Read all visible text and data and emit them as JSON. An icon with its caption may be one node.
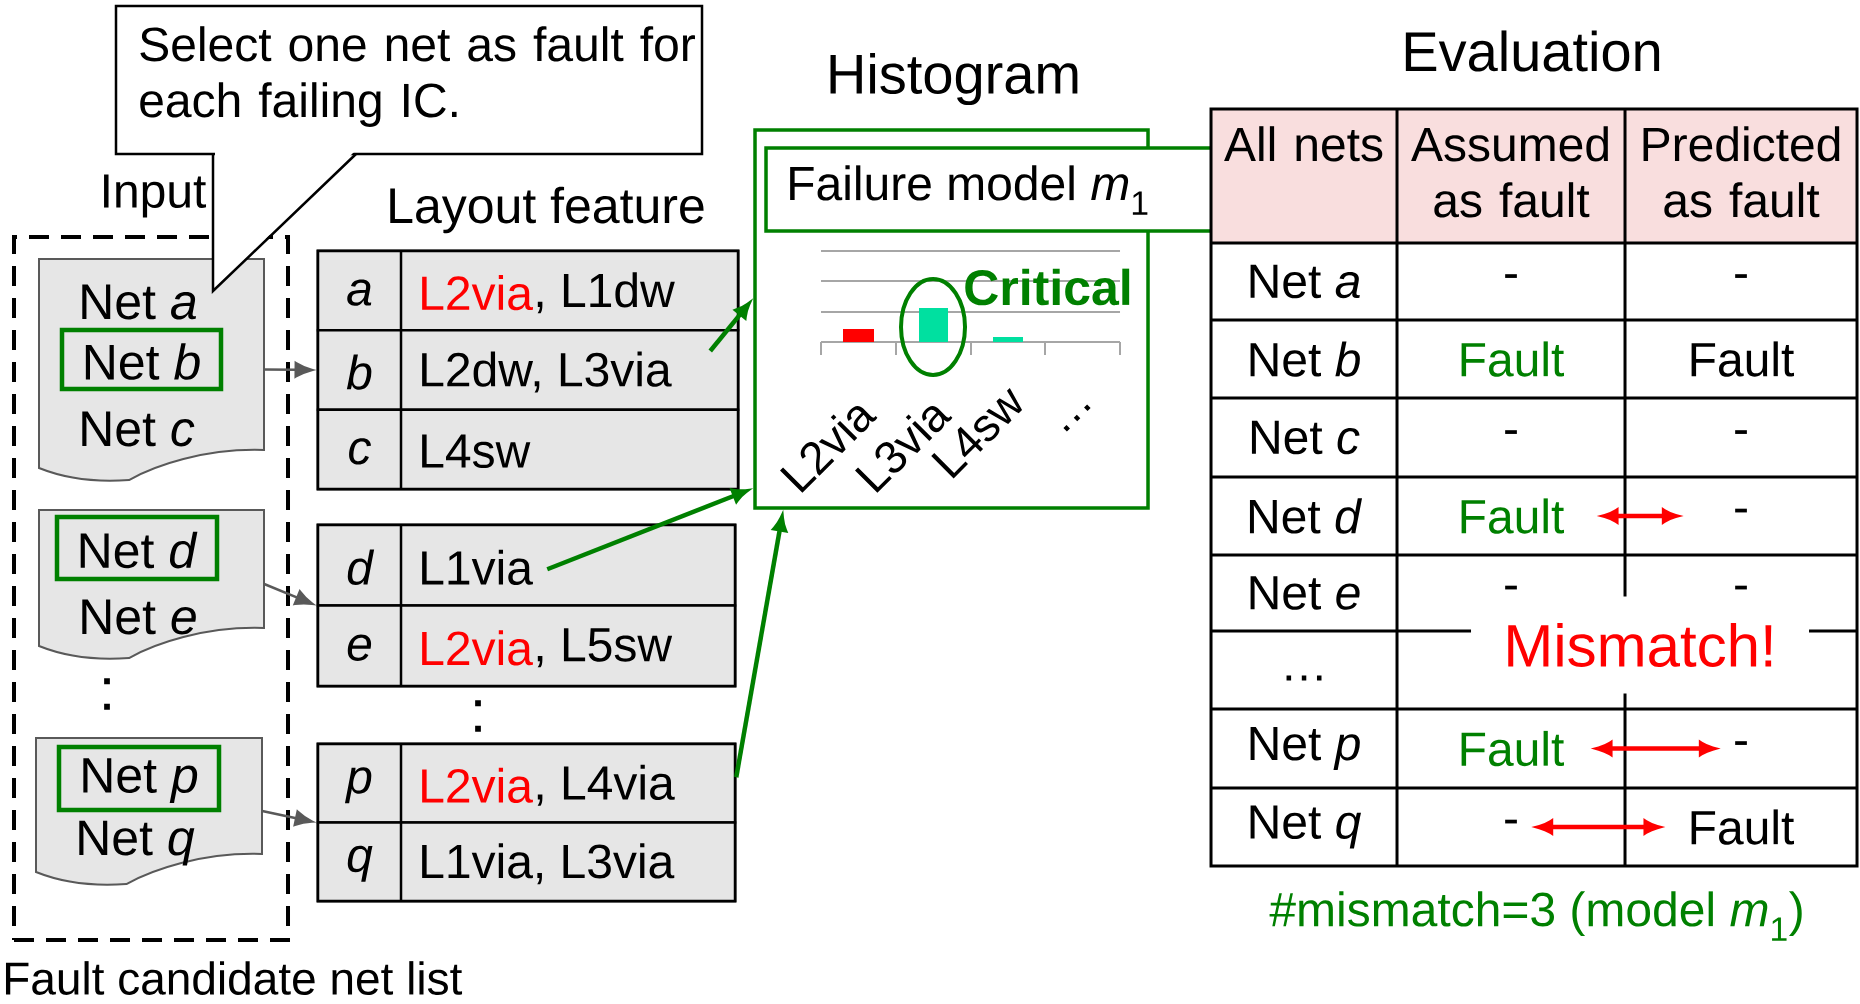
{
  "diagram": {
    "nodes": [
      {
        "text": [
          "Select one net as fault for each failing IC."
        ]
      },
      {
        "text": [
          "Input",
          "Fault candidate net list"
        ]
      },
      {
        "text": [
          "Net *a*",
          "Net *c*"
        ],
        "in": 1
      },
      {
        "text": [
          "Net *b*"
        ],
        "in": 2
      },
      {
        "text": [
          "Net *e*"
        ],
        "in": 1
      },
      {
        "text": [
          "Net *d*"
        ],
        "in": 4
      },
      {
        "text": [
          "Net *q*"
        ],
        "in": 1
      },
      {
        "text": [
          "Net *p*"
        ],
        "in": 6
      },
      {
        "text": [],
        "shape": "box"
      },
      {
        "text": [
          "a",
          "L2via",
          ", L1dw"
        ],
        "in": 8
      },
      {
        "text": [
          "b",
          "L2dw, L3via"
        ],
        "in": 8
      },
      {
        "text": [
          "c",
          "L4sw"
        ],
        "in": 8
      },
      {
        "text": [],
        "shape": "box"
      },
      {
        "text": [
          "d",
          "L1via"
        ],
        "in": 12
      },
      {
        "text": [
          "e",
          "L2via",
          ", L5sw"
        ],
        "in": 12
      },
      {
        "text": [],
        "shape": "box"
      },
      {
        "text": [
          "p",
          "L2via",
          ", L4via"
        ],
        "in": 15
      },
      {
        "text": [
          "q",
          "L1via, L3via"
        ],
        "in": 15
      },
      {
        "text": [
          "Histogram"
        ]
      },
      {
        "text": [
          "Failure model *m*$_{1}$"
        ]
      },
      {
        "text": [
          "Evaluation"
        ]
      },
      {
        "text": [
          "All nets"
        ],
        "in": 20
      },
      {
        "text": [
          "Assumed as fault"
        ],
        "in": 20
      },
      {
        "text": [
          "Predicted as fault"
        ],
        "in": 20
      },
      {
        "text": [
          "Net *a*"
        ],
        "in": 20
      },
      {
        "text": [
          "-"
        ],
        "in": 20
      },
      {
        "text": [
          "-"
        ],
        "in": 20
      },
      {
        "text": [
          "Net *b*"
        ],
        "in": 20
      },
      {
        "text": [
          "Fault"
        ],
        "in": 20
      },
      {
        "text": [
          "Fault"
        ],
        "in": 20
      },
      {
        "text": [
          "Net *c*"
        ],
        "in": 20
      },
      {
        "text": [
          "-"
        ],
        "in": 20
      },
      {
        "text": [
          "-"
        ],
        "in": 20
      },
      {
        "text": [
          "Net *d*"
        ],
        "in": 20
      },
      {
        "text": [
          "Fault"
        ],
        "in": 20
      },
      {
        "text": [
          "-"
        ],
        "in": 20
      },
      {
        "text": [
          "Net *e*"
        ],
        "in": 20
      },
      {
        "text": [
          "-"
        ],
        "in": 20
      },
      {
        "text": [
          "-"
        ],
        "in": 20
      },
      {
        "text": [
          "…"
        ],
        "in": 20
      },
      {
        "text": [
          "Net *p*"
        ],
        "in": 20
      },
      {
        "text": [
          "Fault"
        ],
        "in": 20
      },
      {
        "text": [
          "-"
        ],
        "in": 20
      },
      {
        "text": [
          "Net *q*"
        ],
        "in": 20
      },
      {
        "text": [
          "-"
        ],
        "in": 20
      },
      {
        "text": [
          "Fault"
        ],
        "in": 20
      }
    ],
    "edges": [
      {
        "from": 2,
        "to": 8,
        "arrow": "to",
        "color": "#595959"
      },
      {
        "from": 4,
        "to": 12,
        "arrow": "to",
        "color": "#595959"
      },
      {
        "from": 6,
        "to": 15,
        "arrow": "to",
        "color": "#595959"
      },
      {
        "from": 10,
        "to": 18,
        "arrow": "to",
        "color": "#008000"
      },
      {
        "from": 13,
        "to": 18,
        "arrow": "to",
        "color": "#008000"
      },
      {
        "from": 16,
        "to": 18,
        "arrow": "to",
        "color": "#008000"
      },
      {
        "from": 34,
        "to": 35,
        "arrow": "both",
        "color": "#ff0000"
      },
      {
        "from": 41,
        "to": 42,
        "arrow": "both",
        "color": "#ff0000"
      },
      {
        "from": 44,
        "to": 45,
        "arrow": "both",
        "color": "#ff0000"
      }
    ],
    "labels": [
      "Layout feature",
      ":",
      ":",
      "Critical",
      "L2via",
      "L3via",
      "L4sw",
      "…",
      "Mismatch!",
      "#mismatch=3 (model *m*$_{1}$)"
    ]
  }
}
